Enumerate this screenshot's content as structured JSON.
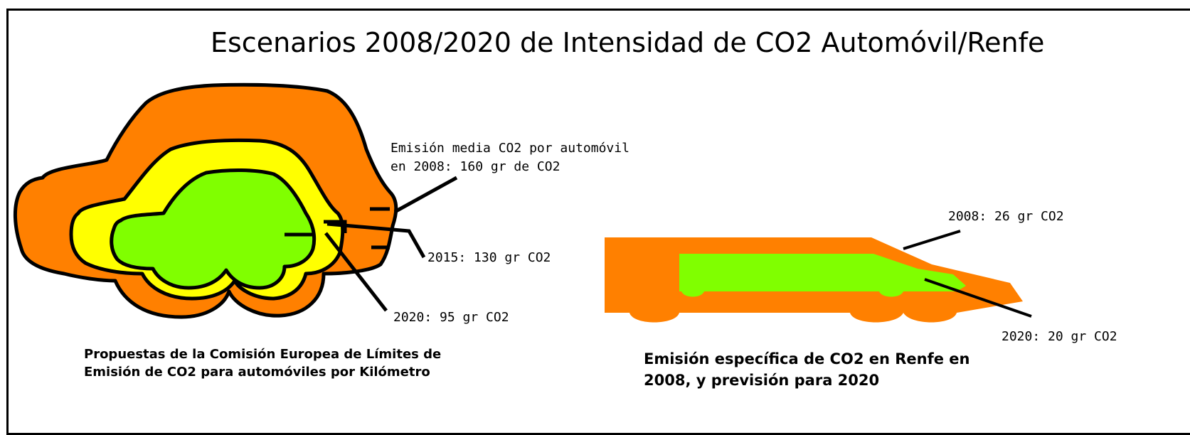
{
  "title": "Escenarios 2008/2020 de Intensidad de CO2 Automóvil/Renfe",
  "car": {
    "label_2008_line1": "Emisión media CO2 por automóvil",
    "label_2008_line2": "en 2008: 160 gr de CO2",
    "label_2015": "2015: 130 gr CO2",
    "label_2020": "2020: 95 gr CO2",
    "caption_line1": "Propuestas de la Comisión Europea de Límites de",
    "caption_line2": "Emisión de CO2 para automóviles por Kilómetro"
  },
  "train": {
    "label_2008": "2008: 26 gr CO2",
    "label_2020": "2020: 20 gr CO2",
    "caption_line1": "Emisión específica de CO2 en Renfe en",
    "caption_line2": "2008, y previsión para 2020"
  },
  "colors": {
    "orange": "#FF8000",
    "yellow": "#FFFF00",
    "green": "#80FF00",
    "outline": "#000000"
  }
}
